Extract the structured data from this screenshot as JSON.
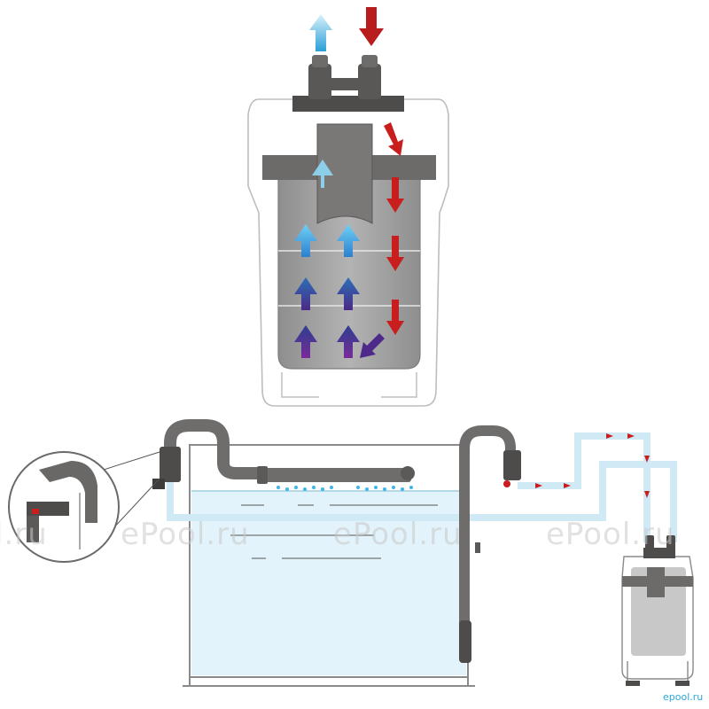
{
  "watermarks": [
    "l.ru",
    "ePool.ru",
    "ePool.ru",
    "ePool.ru"
  ],
  "logo": "epool.ru",
  "colors": {
    "inflow_red": "#c81e1e",
    "outflow_blue": "#7fd0f0",
    "tube_light": "#cfe9f5",
    "water": "#e3f3fb",
    "canister_gray": "#9a9a9a",
    "dark_gray": "#5a5a5a"
  },
  "icons": [
    "arrow-up-icon",
    "arrow-down-icon"
  ]
}
